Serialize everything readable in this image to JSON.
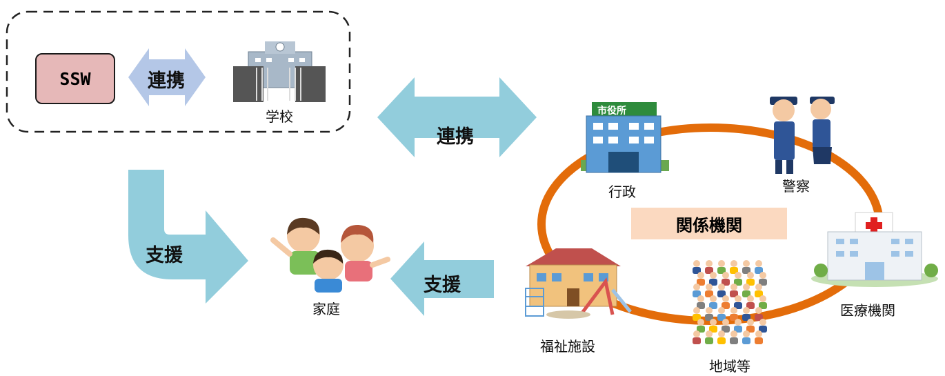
{
  "ssw": "SSW",
  "school_link": "連携",
  "school": "学校",
  "main_link": "連携",
  "support_left": "支援",
  "support_right": "支援",
  "family": "家庭",
  "agencies": {
    "title": "関係機関",
    "city_hall": "行政",
    "city_hall_sign": "市役所",
    "police": "警察",
    "hospital": "医療機関",
    "welfare": "福祉施設",
    "community": "地域等"
  },
  "colors": {
    "arrow": "#92cddc",
    "small_arrow": "#b4c7e7",
    "ring": "#e36c0a",
    "ssw_fill": "#e6b8b8",
    "title_fill": "#fbd9c0"
  }
}
